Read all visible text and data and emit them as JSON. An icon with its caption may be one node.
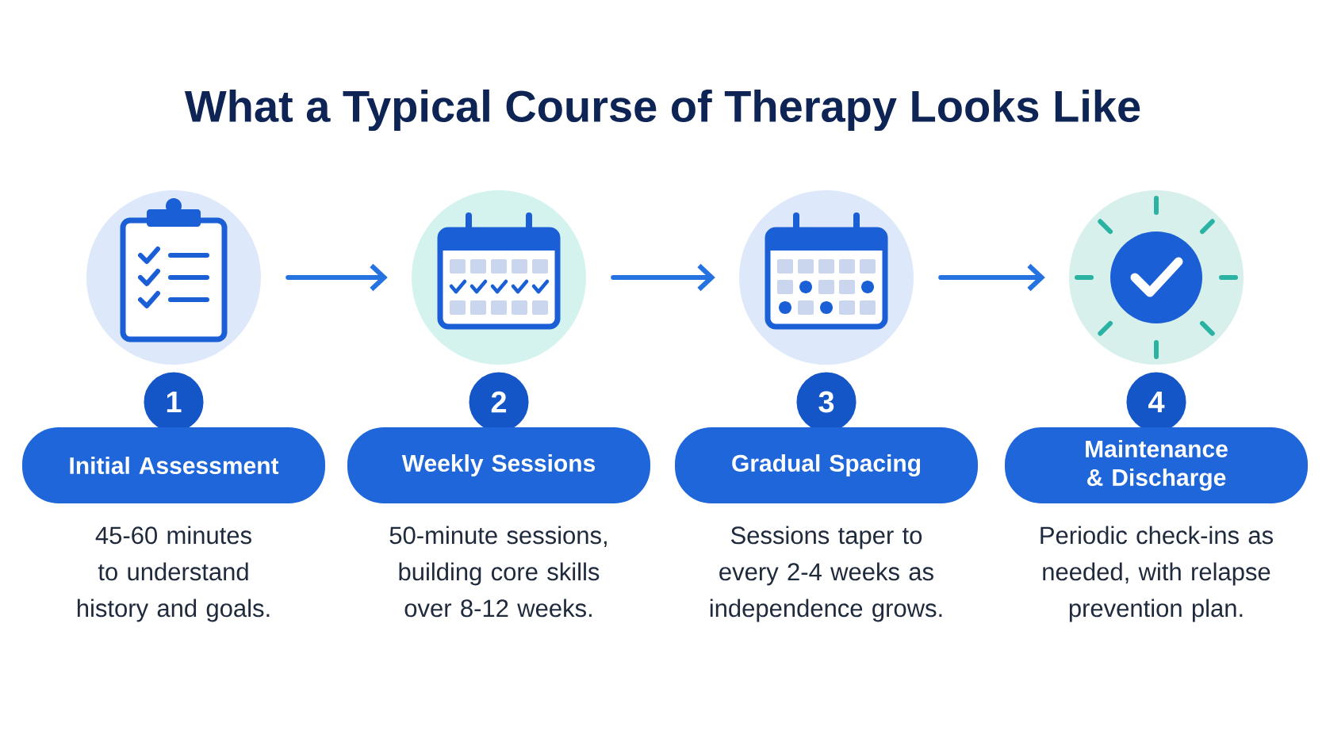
{
  "diagram": {
    "title": "What a Typical Course of Therapy Looks Like",
    "nodes": [
      {
        "text": [],
        "shape": "circle"
      },
      {
        "text": [
          "1"
        ]
      },
      {
        "text": [
          "Initial Assessment"
        ],
        "beside": [
          "45-60 minutes to understand history and goals."
        ]
      },
      {
        "text": [],
        "shape": "circle"
      },
      {
        "text": [
          "2"
        ]
      },
      {
        "text": [
          "Weekly Sessions"
        ],
        "beside": [
          "50-minute sessions, building core skills over 8-12 weeks."
        ]
      },
      {
        "text": [],
        "shape": "circle"
      },
      {
        "text": [
          "3"
        ]
      },
      {
        "text": [
          "Gradual Spacing"
        ],
        "beside": [
          "Sessions taper to every 2-4 weeks as independence grows."
        ]
      },
      {
        "text": [],
        "shape": "circle"
      },
      {
        "text": [
          "4"
        ]
      },
      {
        "text": [
          "Maintenance & Discharge"
        ],
        "beside": [
          "Periodic check-ins as needed, with relapse prevention plan."
        ]
      }
    ],
    "edges": [
      {
        "from": 0,
        "to": 3,
        "arrow": "to"
      },
      {
        "from": 3,
        "to": 6,
        "arrow": "to"
      },
      {
        "from": 6,
        "to": 9,
        "arrow": "to"
      }
    ]
  }
}
